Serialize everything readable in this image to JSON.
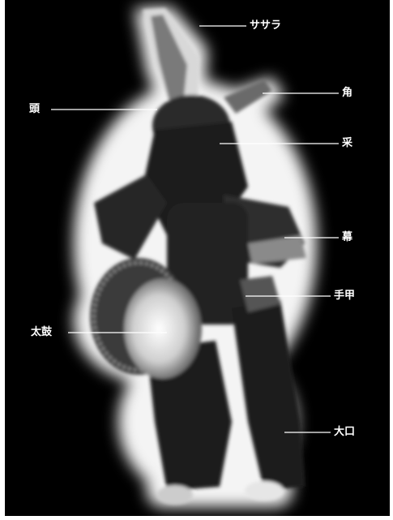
{
  "figure": {
    "description_icon": "taiko-dancer-photo",
    "colors": {
      "background": "#000000",
      "label": "#ffffff",
      "leader_line": "#ffffff",
      "glow": "#f2f2f2",
      "figure_dark": "#1a1a1a",
      "drum_head": "#e8e8e8"
    }
  },
  "labels": {
    "sasara": "ササラ",
    "tsuno": "角",
    "kashira": "頭",
    "sai": "采",
    "maku": "幕",
    "tekkou": "手甲",
    "taiko": "太鼓",
    "ookuchi": "大口"
  }
}
